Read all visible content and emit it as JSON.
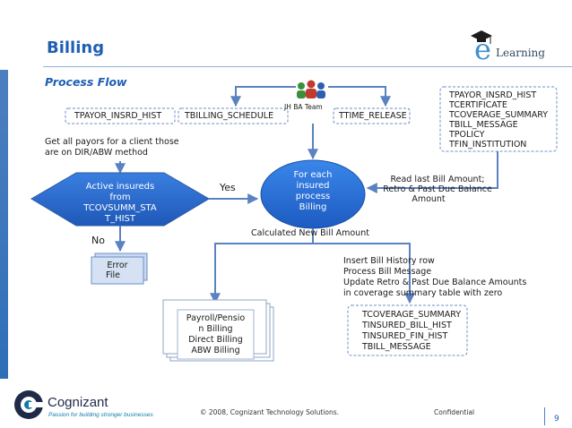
{
  "header": {
    "title": "Billing",
    "subtitle": "Process Flow",
    "logo_letter": "e",
    "logo_word": "Learning"
  },
  "team_label": "JH BA Team",
  "tables_top": {
    "left": "TPAYOR_INSRD_HIST",
    "middle": "TBILLING_SCHEDULE",
    "right": "TTIME_RELEASE"
  },
  "tables_right_box": [
    "TPAYOR_INSRD_HIST",
    "TCERTIFICATE",
    "TCOVERAGE_SUMMARY",
    "TBILL_MESSAGE",
    "TPOLICY",
    "TFIN_INSTITUTION"
  ],
  "note_payors": [
    "Get all payors for  a client those",
    "are on DIR/ABW     method"
  ],
  "decision_lines": [
    "Active insureds",
    "from",
    "TCOVSUMM_STA",
    "T_HIST"
  ],
  "yes_label": "Yes",
  "no_label": "No",
  "process_lines": [
    "For each",
    "insured",
    "process",
    "Billing"
  ],
  "read_note": [
    "Read last Bill Amount;",
    "Retro & Past Due Balance",
    "Amount"
  ],
  "calculated_label": "Calculated New  Bill Amount",
  "error_file": [
    "Error",
    "File"
  ],
  "insert_steps": [
    "Insert Bill History row",
    "Process Bill Message",
    "Update Retro & Past Due  Balance Amounts",
    "in coverage summary table with zero"
  ],
  "output_tables": [
    "TCOVERAGE_SUMMARY",
    "TINSURED_BILL_HIST",
    "TINSURED_FIN_HIST",
    "TBILL_MESSAGE"
  ],
  "payroll_lines": [
    "Payroll/Pensio",
    "n Billing",
    "Direct Billing",
    "ABW Billing"
  ],
  "footer": {
    "company": "Cognizant",
    "tagline": "Passion for building stronger businesses",
    "copyright": "© 2008, Cognizant Technology Solutions.",
    "confidential": "Confidential",
    "page": "9"
  },
  "colors": {
    "accent": "#1f5fb4",
    "arrow": "#5b82c0",
    "dashed": "#6a8fc8",
    "decision_fill": "#2e6fd1",
    "ellipse_fill": "#2f73da",
    "file_fill": "#c8d8f0"
  }
}
